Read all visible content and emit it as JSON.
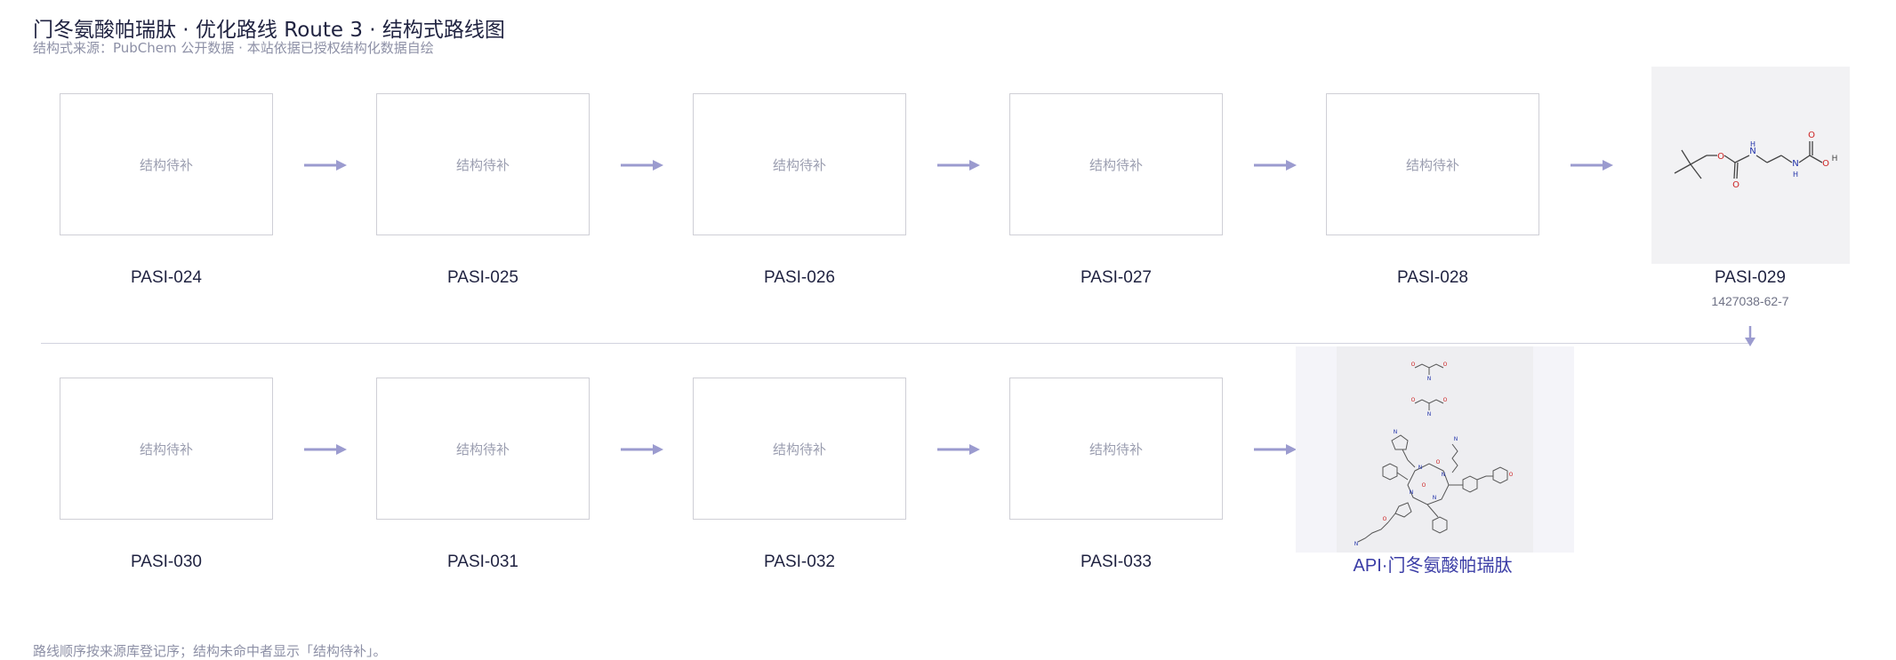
{
  "header": {
    "title": "门冬氨酸帕瑞肽 · 优化路线 Route 3 · 结构式路线图",
    "subtitle": "结构式来源：PubChem 公开数据 · 本站依据已授权结构化数据自绘"
  },
  "placeholder_text": "结构待补",
  "nodes": [
    {
      "id": "PASI-024"
    },
    {
      "id": "PASI-025"
    },
    {
      "id": "PASI-026"
    },
    {
      "id": "PASI-027"
    },
    {
      "id": "PASI-028"
    },
    {
      "id": "PASI-029",
      "cas": "1427038-62-7"
    },
    {
      "id": "PASI-030"
    },
    {
      "id": "PASI-031"
    },
    {
      "id": "PASI-032"
    },
    {
      "id": "PASI-033"
    },
    {
      "id": "API·门冬氨酸帕瑞肽"
    }
  ],
  "footnote": "路线顺序按来源库登记序；结构未命中者显示「结构待补」。",
  "colors": {
    "arrow": "#9b9bcf",
    "api_label": "#3a3ca6",
    "box_border": "#cfcfd6",
    "divider": "#d2d3df"
  }
}
